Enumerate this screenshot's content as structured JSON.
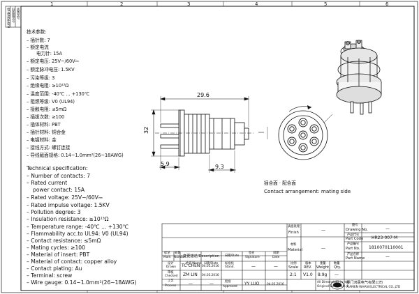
{
  "title_block": {
    "drawing_no_cn": "图号",
    "drawing_no": "Drawing No.",
    "drawing_no_value": "—",
    "part_code_cn": "产品代号",
    "part_code": "Part Code",
    "part_code_value": "HR23-007-M",
    "part_no_cn": "产品编号",
    "part_no": "Part No.",
    "part_no_value": "1810070110001",
    "part_name_cn": "产品名称",
    "part_name": "Part Name",
    "part_name_value": "—",
    "finish_cn": "表面处理",
    "finish": "Finish",
    "finish_value": "—",
    "material_cn": "材料",
    "material": "Material",
    "material_value": "—",
    "scale_cn": "比例",
    "scale": "Scale",
    "scale_value": "2:1",
    "rev_cn": "版本",
    "rev": "REV.",
    "rev_value": "V1.0",
    "weight_cn": "重量",
    "weight": "Weight",
    "weight_value": "8.9g",
    "qty_cn": "数量",
    "qty": "Qty.",
    "qty_value": "—",
    "mark_cn": "标记",
    "mark": "Mark",
    "number_cn": "处数",
    "number": "Number",
    "description_cn": "变更描述",
    "description": "Description",
    "date_cn": "日期",
    "date": "Date",
    "signature_cn": "签名",
    "signature": "Signature",
    "name_cn": "姓名",
    "name": "Name",
    "drawn_cn": "设计",
    "drawn": "Drawn",
    "drawn_name": "TC CHEN",
    "drawn_date": "04.05.2016",
    "checked_cn": "审核",
    "checked": "Checked",
    "checked_name": "ZM LIN",
    "checked_date": "04.05.2016",
    "process_cn": "工艺",
    "process": "Process",
    "process_name": "—",
    "process_date": "—",
    "stand_cn": "标准化",
    "stand": "Stand.",
    "stand_value": "—",
    "approved_cn": "批准",
    "approved": "Approved",
    "approved_name": "YY LUO",
    "approved_date": "04.05.2016",
    "dash": "—",
    "dims_note1": "All Dimensions in mm",
    "dims_note2": "Original Size DIN A 4",
    "company_cn": "厦门鸿恩电气有限公司",
    "company_en": "XIAMEN WHAN ELECTRICAL CO.,LTD"
  },
  "side_labels": {
    "a": "借(通)用件登记",
    "b": "旧底图总号",
    "c": "底图总号"
  },
  "zones": [
    "1",
    "2",
    "3",
    "4",
    "5",
    "6"
  ],
  "dimensions": {
    "length": "29.6",
    "diameter": "32",
    "pin": "5.9",
    "body": "9.3"
  },
  "mating_side_cn": "插合面 · 配合面",
  "mating_side_en": "Contact arrangement: mating side",
  "specs_cn_title": "技术参数:",
  "specs_cn": [
    "插针数: 7",
    "额定电流",
    "电力针: 15A",
    "额定电压: 25V~/60V⎓",
    "额定脉冲电压: 1.5KV",
    "污染等级: 3",
    "绝缘电阻: ≥10¹³Ω",
    "温度范围: -40℃ ... +130℃",
    "阻燃等级: V0 (UL94)",
    "接触电阻: ≤5mΩ",
    "插拔次数: ≥100",
    "插体材料: PBT",
    "插针材料: 铜合金",
    "电镀材料: 金",
    "接线方式: 螺钉连接",
    "导线截面规格: 0.14~1.0mm²(26~18AWG)"
  ],
  "specs_en_title": "Technical specification:",
  "specs_en": [
    "Number of contacts: 7",
    "Rated current",
    "power contact: 15A",
    "Rated voltage: 25V~/60V⎓",
    "Rated impulse voltage: 1.5KV",
    "Pollution degree: 3",
    "Insulation resistance: ≥10¹³Ω",
    "Temperature range: -40℃ ... +130℃",
    "Flammability acc.to UL94: V0 (UL94)",
    "Contact resistance: ≤5mΩ",
    "Mating cycles: ≥100",
    "Material of insert: PBT",
    "Material of contact: copper alloy",
    "Contact plating: Au",
    "Terminal: screw",
    "Wire gauge: 0.14~1.0mm²(26~18AWG)"
  ]
}
